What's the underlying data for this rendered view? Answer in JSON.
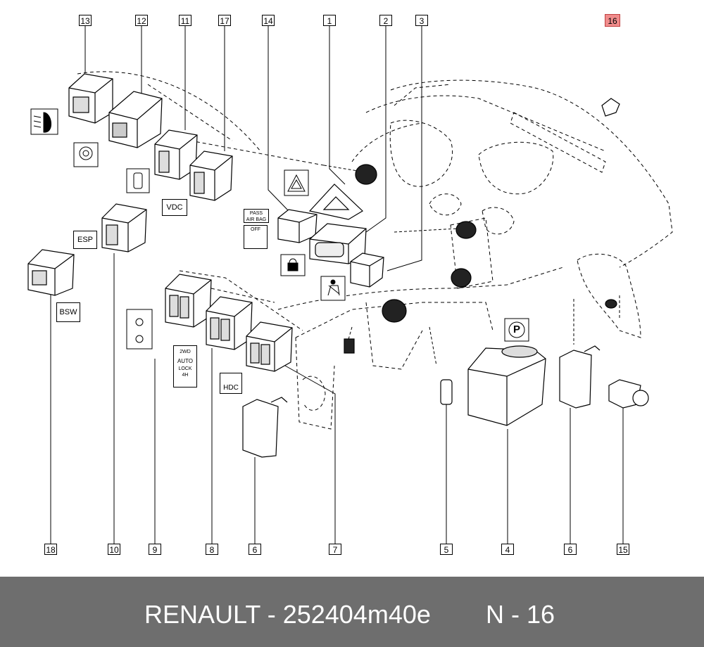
{
  "callouts": {
    "c13": "13",
    "c12": "12",
    "c11": "11",
    "c17": "17",
    "c14": "14",
    "c1": "1",
    "c2": "2",
    "c3": "3",
    "c16": "16",
    "c18": "18",
    "c10": "10",
    "c9": "9",
    "c8": "8",
    "c6a": "6",
    "c7": "7",
    "c5": "5",
    "c4": "4",
    "c6b": "6",
    "c15": "15"
  },
  "symbols": {
    "vdc": "VDC",
    "esp": "ESP",
    "bsw": "BSW",
    "hdc": "HDC",
    "pass_airbag_top": "PASS",
    "pass_airbag_bottom": "AIR BAG",
    "off": "OFF",
    "auto": "AUTO",
    "two_wd": "2WD",
    "lock": "LOCK",
    "four_h": "4H",
    "parking": "P"
  },
  "footer": {
    "brand": "RENAULT - 252404m40e",
    "code": "N - 16"
  },
  "colors": {
    "highlight": "#f08c8c",
    "footer_bg": "#6e6e6e"
  }
}
